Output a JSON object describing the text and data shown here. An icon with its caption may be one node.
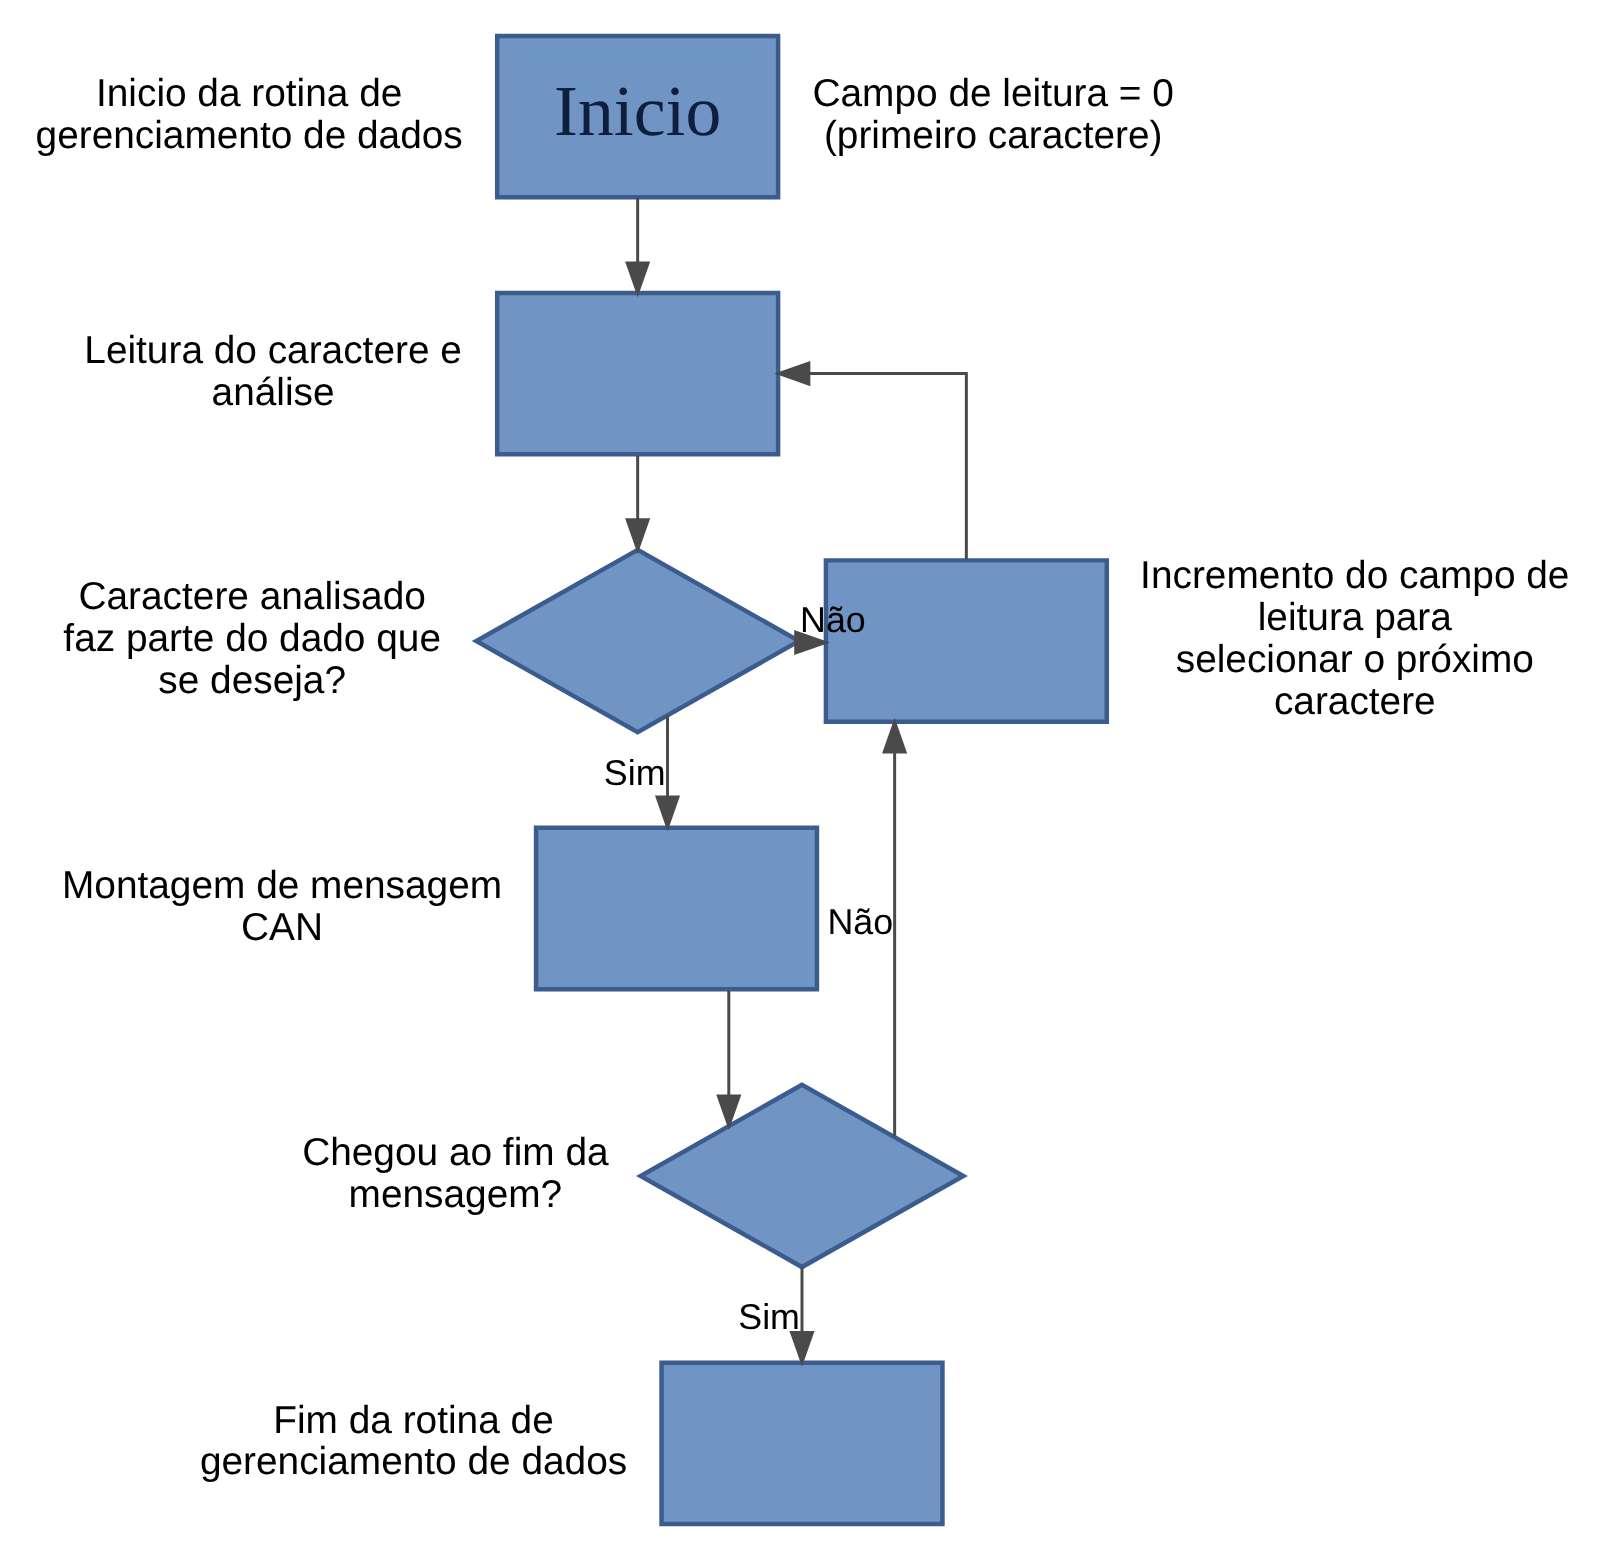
{
  "diagram": {
    "nodes": [
      {
        "text": [
          "Inicio"
        ],
        "beside": [
          "Inicio da rotina de gerenciamento de dados",
          "Campo de leitura = 0 (primeiro caractere)"
        ]
      },
      {
        "text": [],
        "shape": "box",
        "beside": [
          "Leitura do caractere e análise"
        ]
      },
      {
        "text": [],
        "shape": "diamond",
        "beside": [
          "Caractere analisado faz parte do dado que se deseja?"
        ]
      },
      {
        "text": [],
        "shape": "box",
        "beside": [
          "Incremento do campo de leitura para selecionar o próximo caractere"
        ]
      },
      {
        "text": [],
        "shape": "box",
        "beside": [
          "Montagem de mensagem CAN"
        ]
      },
      {
        "text": [],
        "shape": "diamond",
        "beside": [
          "Chegou ao fim da mensagem?"
        ]
      },
      {
        "text": [],
        "shape": "box",
        "beside": [
          "Fim da rotina de gerenciamento de dados"
        ]
      }
    ],
    "edges": [
      {
        "from": 0,
        "to": 1,
        "arrow": "to"
      },
      {
        "from": 1,
        "to": 2,
        "arrow": "to"
      },
      {
        "from": 2,
        "to": 3,
        "arrow": "to",
        "label": "Não"
      },
      {
        "from": 2,
        "to": 4,
        "arrow": "to",
        "label": "Sim"
      },
      {
        "from": 4,
        "to": 5,
        "arrow": "to"
      },
      {
        "from": 5,
        "to": 3,
        "arrow": "to",
        "label": "Não"
      },
      {
        "from": 5,
        "to": 6,
        "arrow": "to",
        "label": "Sim"
      },
      {
        "from": 3,
        "to": 1,
        "arrow": "to"
      }
    ]
  }
}
